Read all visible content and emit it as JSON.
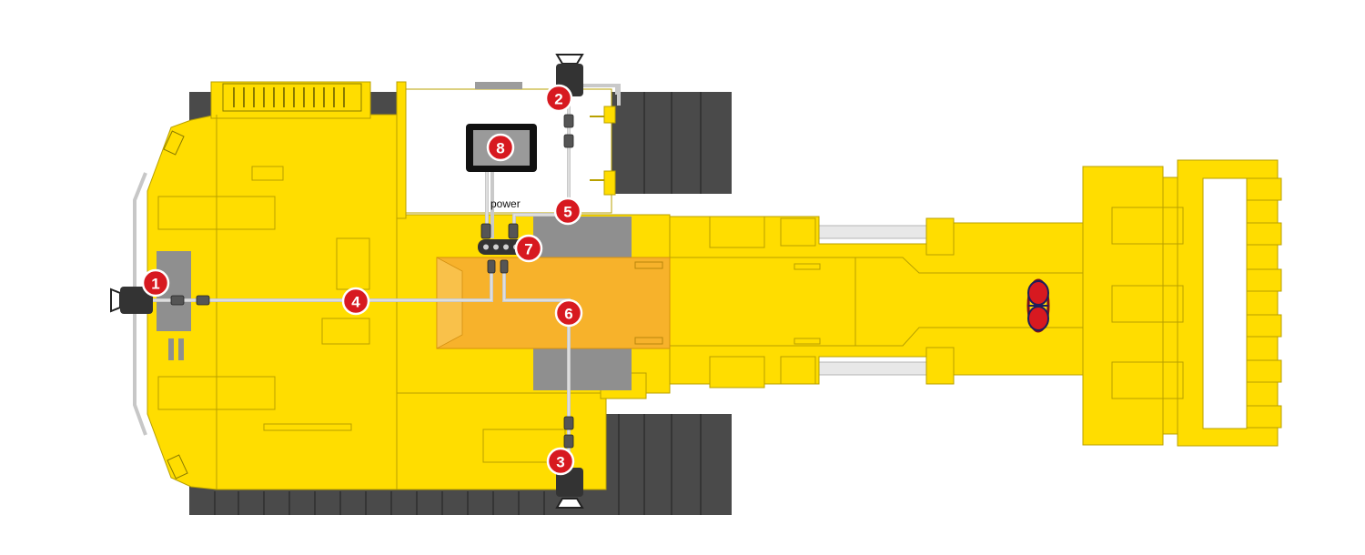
{
  "colors": {
    "machine_body": "#ffdd00",
    "machine_outline": "#b8a000",
    "tracks": "#4a4a4a",
    "boom_panel": "#f7b22b",
    "counterweight": "#8f8f8f",
    "cab": "#ffffff",
    "cable": "#c9c9c9",
    "marker": "#d71920",
    "monitor_frame": "#111111",
    "monitor_screen": "#9a9a9a"
  },
  "labels": {
    "power": "power"
  },
  "markers": [
    {
      "id": "1",
      "label": "1",
      "note": "rear camera"
    },
    {
      "id": "2",
      "label": "2",
      "note": "right side camera"
    },
    {
      "id": "3",
      "label": "3",
      "note": "left side camera"
    },
    {
      "id": "4",
      "label": "4",
      "note": "rear camera cable"
    },
    {
      "id": "5",
      "label": "5",
      "note": "right camera cable"
    },
    {
      "id": "6",
      "label": "6",
      "note": "left camera cable"
    },
    {
      "id": "7",
      "label": "7",
      "note": "junction box"
    },
    {
      "id": "8",
      "label": "8",
      "note": "monitor"
    }
  ],
  "icons": {
    "camera": "camera-icon",
    "monitor": "monitor-icon",
    "junction": "junction-box-icon",
    "manufacturer_logo": "manufacturer-logo-icon"
  }
}
